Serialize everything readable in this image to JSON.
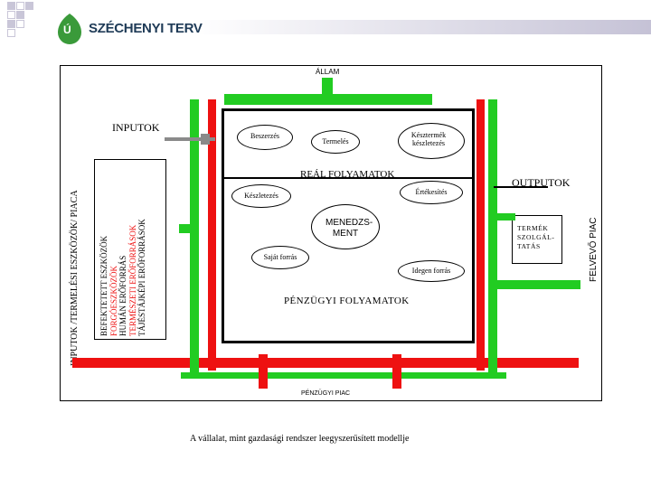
{
  "header": {
    "logo_text": "SZÉCHENYI TERV",
    "logo_mark": "Ú"
  },
  "diagram": {
    "state_label": "ÁLLAM",
    "left_outer_label": "INPUTOK /TERMELÉSI ESZKÖZÖK/ PIACA",
    "inputs_title": "INPUTOK",
    "input_items": [
      "BEFEKTETETT ESZKÖZÖK",
      "FORGÓESZKÖZÖK",
      "HUMÁN ERŐFORRÁS",
      "TERMÉSZETI ERŐFORRÁSOK",
      "TÁJÉSTÁJKÉPI ERŐFORRÁSOK"
    ],
    "real_nodes": {
      "procurement": "Beszerzés",
      "production": "Termelés",
      "finished_stock": "Késztermék készletezés",
      "stocking": "Készletezés",
      "sales": "Értékesítés"
    },
    "real_title": "REÁL FOLYAMATOK",
    "management": "MENEDZS-MENT",
    "financial_nodes": {
      "own_funding": "Saját forrás",
      "external_funding": "Idegen forrás"
    },
    "financial_title": "PÉNZÜGYI FOLYAMATOK",
    "outputs_title": "OUTPUTOK",
    "output_box": "TERMÉK SZOLGÁL-TATÁS",
    "right_outer_label": "FELVEVŐ PIAC",
    "financial_market": "PÉNZÜGYI PIAC",
    "caption": "A vállalat, mint gazdasági rendszer leegyszerűsített modellje"
  },
  "colors": {
    "green": "#22cc22",
    "red": "#ee1111",
    "gray": "#8a8a8a",
    "logo_green": "#3a9a3a",
    "logo_text": "#1f3b57",
    "deco_purple": "#c9c6d8"
  }
}
